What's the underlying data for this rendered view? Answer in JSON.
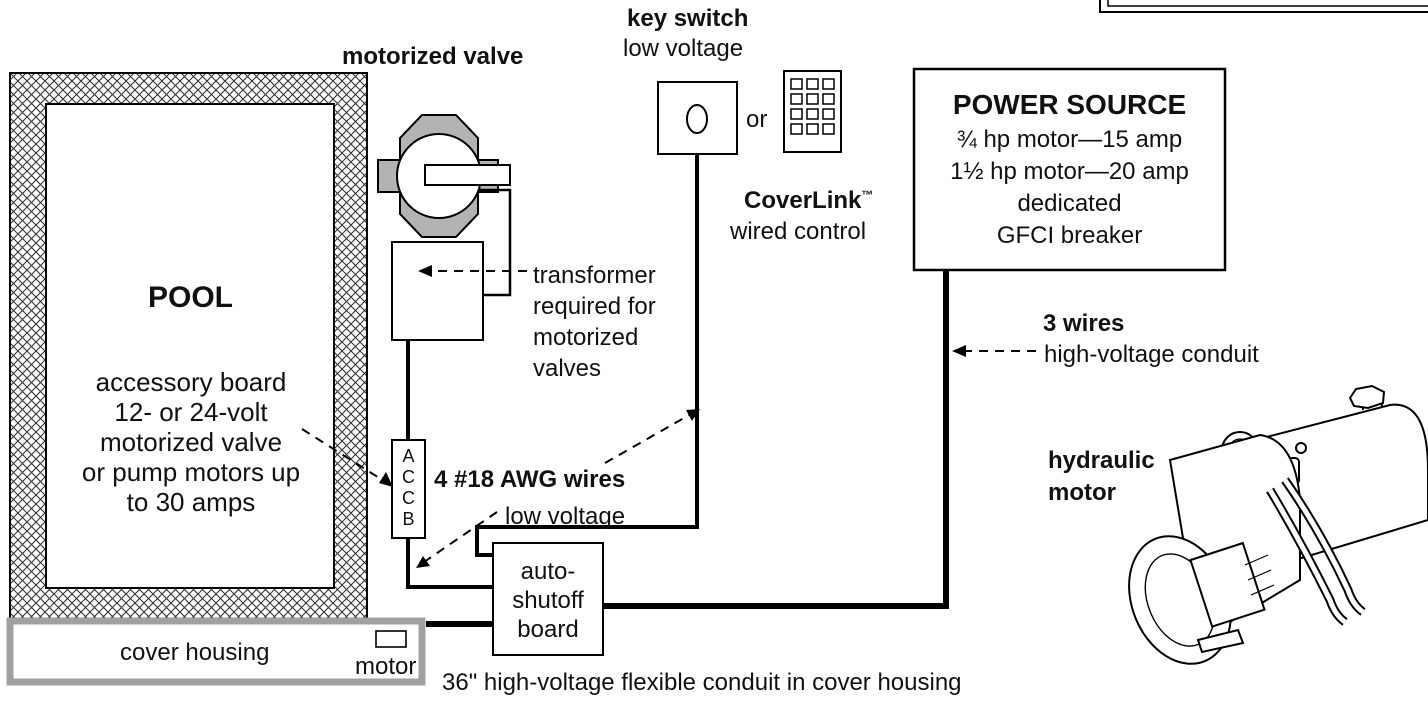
{
  "pool": {
    "title": "POOL",
    "note_lines": [
      "accessory board",
      "12- or 24-volt",
      "motorized valve",
      "or pump motors up",
      "to 30 amps"
    ]
  },
  "cover_housing": {
    "label": "cover housing",
    "motor_label": "motor"
  },
  "flex_conduit_label": "36\" high-voltage flexible conduit in cover housing",
  "motorized_valve": {
    "label": "motorized valve"
  },
  "transformer": {
    "lines": [
      "transformer",
      "required for",
      "motorized",
      "valves"
    ]
  },
  "accb_board": {
    "letters": [
      "A",
      "C",
      "C",
      "B"
    ]
  },
  "key_switch": {
    "title": "key switch",
    "subtitle": "low voltage",
    "or_label": "or"
  },
  "coverlink": {
    "name": "CoverLink",
    "tm": "™",
    "subtitle": "wired control"
  },
  "power_source": {
    "title": "POWER SOURCE",
    "lines": [
      "¾ hp motor—15 amp",
      "1½ hp motor—20 amp",
      "dedicated",
      "GFCI breaker"
    ]
  },
  "hv_wires": {
    "title": "3 wires",
    "subtitle": "high-voltage conduit"
  },
  "lv_wires": {
    "title": "4 #18 AWG wires",
    "subtitle": "low voltage"
  },
  "auto_shutoff": {
    "lines": [
      "auto-",
      "shutoff",
      "board"
    ]
  },
  "hydraulic_motor": {
    "lines": [
      "hydraulic",
      "motor"
    ]
  }
}
